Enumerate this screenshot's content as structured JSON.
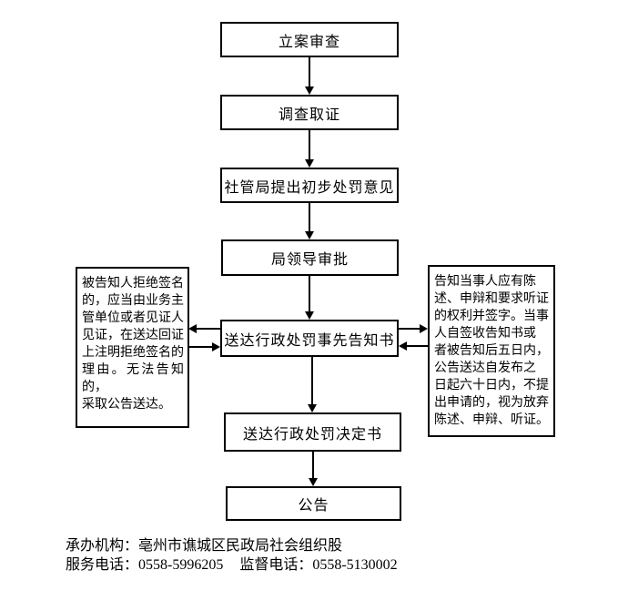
{
  "flow": {
    "nodes": [
      "立案审查",
      "调查取证",
      "社管局提出初步处罚意见",
      "局领导审批",
      "送达行政处罚事先告知书",
      "送达行政处罚决定书",
      "公告"
    ]
  },
  "notes": {
    "left": "被告知人拒绝签名\n的，应当由业务主\n管单位或者见证人\n见证，在送达回证\n上注明拒绝签名的\n理由。无法告知的，\n采取公告送达。",
    "right": "告知当事人应有陈\n述、申辩和要求听证\n的权利并签字。当事\n人自签收告知书或\n者被告知后五日内，\n公告送达自发布之\n日起六十日内，不提\n出申请的，视为放弃\n陈述、申辩、听证。"
  },
  "footer": {
    "agency": "承办机构：亳州市谯城区民政局社会组织股",
    "service_phone": "服务电话：0558-5996205",
    "supervision_phone": "监督电话：0558-5130002"
  },
  "colors": {
    "line": "#000000",
    "background": "#ffffff"
  }
}
